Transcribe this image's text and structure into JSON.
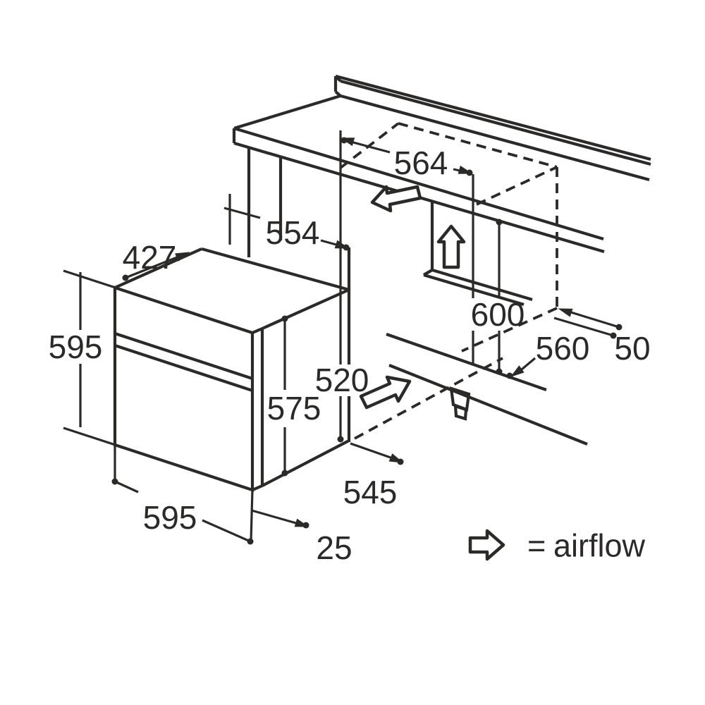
{
  "page": {
    "type": "built-in-oven-installation-diagram",
    "background": "#ffffff",
    "ink_color": "#2b2a29"
  },
  "labels": {
    "niche_width_top": "564",
    "niche_depth": "554",
    "oven_top_depth": "427",
    "oven_height": "595",
    "recess_depth": "520",
    "oven_body_height": "575",
    "niche_height": "600",
    "base_depth": "560",
    "rear_gap": "50",
    "base_front_depth": "545",
    "oven_width": "595",
    "door_offset": "25"
  },
  "legend": {
    "equals_sign": "=",
    "label": "airflow"
  }
}
